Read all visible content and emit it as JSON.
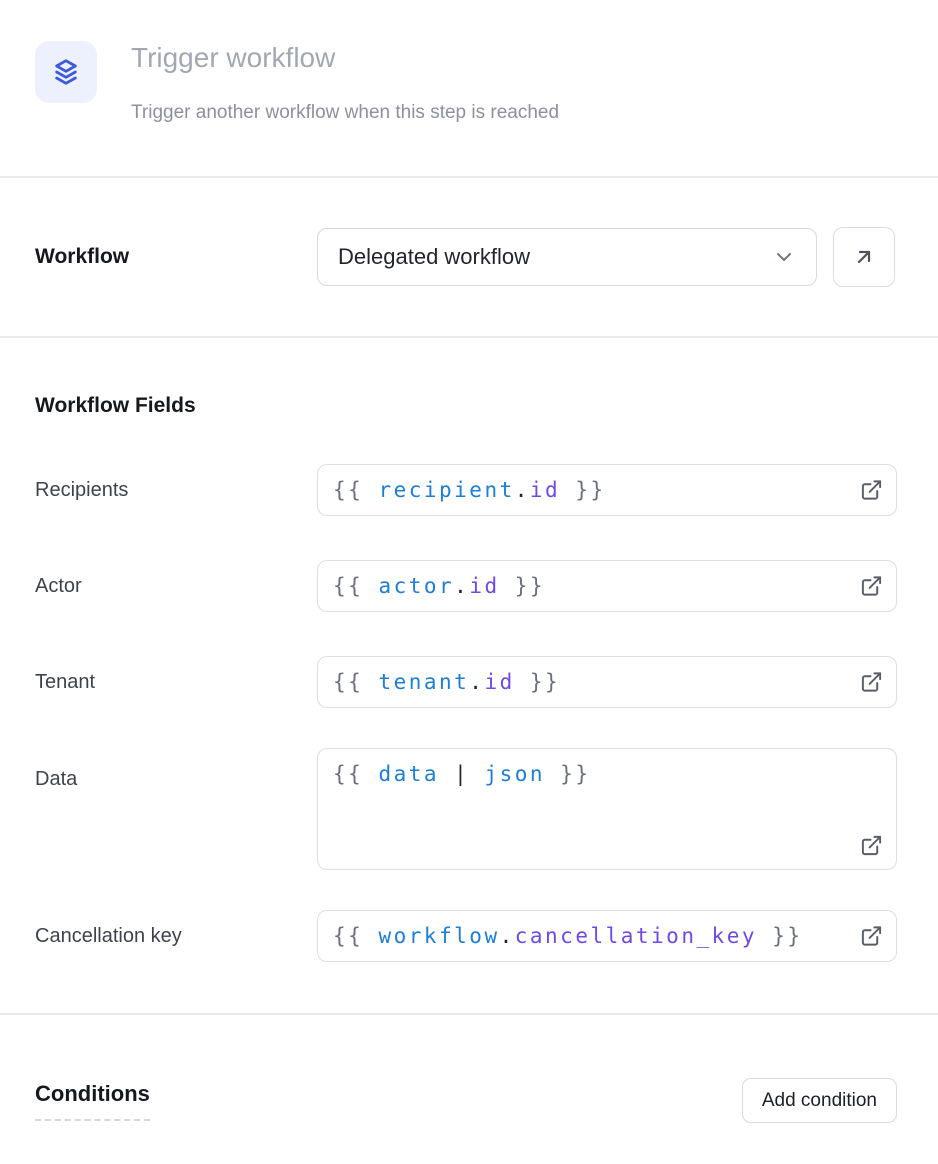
{
  "header": {
    "title": "Trigger workflow",
    "subtitle": "Trigger another workflow when this step is reached",
    "icon": "layers-icon"
  },
  "workflow": {
    "label": "Workflow",
    "selected_option": "Delegated workflow",
    "dropdown_icon": "chevron-down-icon",
    "open_button_icon": "arrow-up-right-icon"
  },
  "fields_section": {
    "heading": "Workflow Fields",
    "fields": [
      {
        "label": "Recipients",
        "type": "input",
        "icon": "external-link-icon",
        "tokens": [
          {
            "type": "brace",
            "text": "{{ "
          },
          {
            "type": "var",
            "text": "recipient"
          },
          {
            "type": "punct",
            "text": "."
          },
          {
            "type": "prop",
            "text": "id"
          },
          {
            "type": "brace",
            "text": " }}"
          }
        ]
      },
      {
        "label": "Actor",
        "type": "input",
        "icon": "external-link-icon",
        "tokens": [
          {
            "type": "brace",
            "text": "{{ "
          },
          {
            "type": "var",
            "text": "actor"
          },
          {
            "type": "punct",
            "text": "."
          },
          {
            "type": "prop",
            "text": "id"
          },
          {
            "type": "brace",
            "text": " }}"
          }
        ]
      },
      {
        "label": "Tenant",
        "type": "input",
        "icon": "external-link-icon",
        "tokens": [
          {
            "type": "brace",
            "text": "{{ "
          },
          {
            "type": "var",
            "text": "tenant"
          },
          {
            "type": "punct",
            "text": "."
          },
          {
            "type": "prop",
            "text": "id"
          },
          {
            "type": "brace",
            "text": " }}"
          }
        ]
      },
      {
        "label": "Data",
        "type": "textarea",
        "icon": "external-link-icon",
        "tokens": [
          {
            "type": "brace",
            "text": "{{ "
          },
          {
            "type": "var",
            "text": "data"
          },
          {
            "type": "punct",
            "text": " | "
          },
          {
            "type": "var",
            "text": "json"
          },
          {
            "type": "brace",
            "text": " }}"
          }
        ]
      },
      {
        "label": "Cancellation key",
        "type": "input",
        "icon": "external-link-icon",
        "tokens": [
          {
            "type": "brace",
            "text": "{{ "
          },
          {
            "type": "var",
            "text": "workflow"
          },
          {
            "type": "punct",
            "text": "."
          },
          {
            "type": "prop",
            "text": "cancellation_key"
          },
          {
            "type": "brace",
            "text": " }}"
          }
        ]
      }
    ]
  },
  "conditions": {
    "heading": "Conditions",
    "add_button_label": "Add condition"
  },
  "colors": {
    "accent_blue": "#3b5bdb",
    "icon_background": "#edf1fd",
    "token_brace": "#697078",
    "token_variable": "#1c7ed6",
    "token_property": "#7048e8",
    "token_punctuation": "#1f2533",
    "divider": "#e9ebef"
  }
}
